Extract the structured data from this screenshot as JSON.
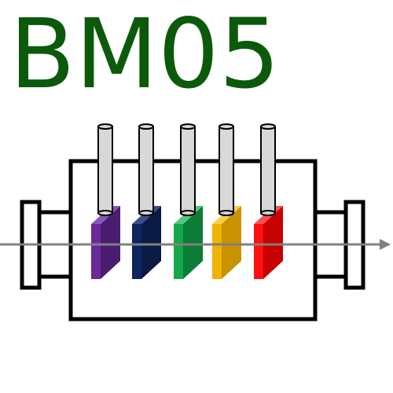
{
  "title": {
    "text": "BM05",
    "color": "#0b5a0b"
  },
  "colors": {
    "stroke": "#000000",
    "rod_fill": "#d8d8d8",
    "beam": "#808080"
  },
  "filters": [
    {
      "name": "purple",
      "front": "#6a2a9a",
      "side": "#4a1d70",
      "top": "#8a55bb"
    },
    {
      "name": "navy",
      "front": "#0f2560",
      "side": "#0a1a44",
      "top": "#3a4f85"
    },
    {
      "name": "green",
      "front": "#14a84a",
      "side": "#0c7c36",
      "top": "#4cc878"
    },
    {
      "name": "yellow",
      "front": "#f0b400",
      "side": "#c89200",
      "top": "#f8cf4a"
    },
    {
      "name": "red",
      "front": "#ff1010",
      "side": "#c80000",
      "top": "#ff5050"
    }
  ]
}
